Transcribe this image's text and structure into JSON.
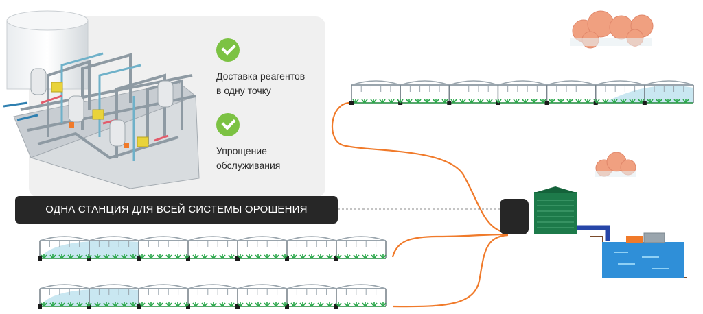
{
  "features": [
    {
      "icon": "check-circle-icon",
      "label_line1": "Доставка реагентов",
      "label_line2": "в одну точку"
    },
    {
      "icon": "check-circle-icon",
      "label_line1": "Упрощение",
      "label_line2": "обслуживания"
    }
  ],
  "banner": {
    "text": "ОДНА СТАНЦИЯ ДЛЯ ВСЕЙ СИСТЕМЫ ОРОШЕНИЯ"
  },
  "colors": {
    "pipe": "#f07a2a",
    "check": "#7cc243",
    "banner_bg": "#272727",
    "panel_bg": "#f0f0f0",
    "tank": "#1d7a4a",
    "water": "#2f8fd8",
    "mist": "#bfe3ef",
    "cloud": "#f0a080",
    "truss": "#9aa5ad",
    "plant": "#2aa84a"
  }
}
